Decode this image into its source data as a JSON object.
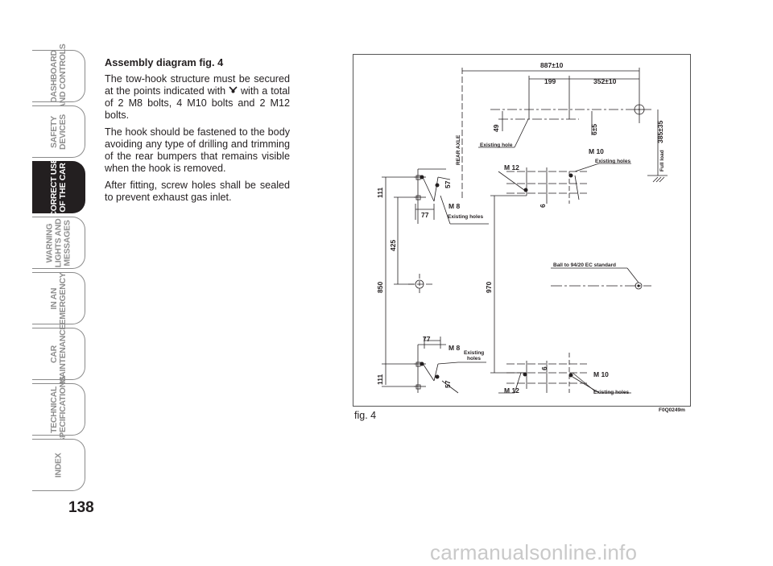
{
  "sidebar": {
    "tabs": [
      {
        "label": "DASHBOARD\nAND CONTROLS",
        "active": false
      },
      {
        "label": "SAFETY\nDEVICES",
        "active": false
      },
      {
        "label": "CORRECT USE\nOF THE CAR",
        "active": true
      },
      {
        "label": "WARNING\nLIGHTS AND\nMESSAGES",
        "active": false
      },
      {
        "label": "IN AN\nEMERGENCY",
        "active": false
      },
      {
        "label": "CAR\nMAINTENANCE",
        "active": false
      },
      {
        "label": "TECHNICAL\nSPECIFICATIONS",
        "active": false
      },
      {
        "label": "INDEX",
        "active": false
      }
    ]
  },
  "page_number": "138",
  "content": {
    "heading": "Assembly diagram fig. 4",
    "para1_before": "The tow-hook structure must be secured at the points indicated with ",
    "para1_after": " with a total of 2 M8 bolts, 4 M10 bolts and 2 M12 bolts.",
    "para2": "The hook should be fastened to the body avoiding any type of drilling and trimming of the rear bumpers that remains visible when the hook is removed.",
    "para3": "After fitting, screw holes shall be sealed to prevent exhaust gas inlet."
  },
  "figure": {
    "caption": "fig. 4",
    "code": "F0Q0249m",
    "labels": {
      "dim_887": "887±10",
      "dim_199": "199",
      "dim_352": "352±10",
      "dim_49": "49",
      "dim_6_5": "6±5",
      "dim_385": "385±35",
      "full_load": "Full load",
      "existing_hole": "Existing hole",
      "rear_axle": "REAR AXLE",
      "m10_top": "M 10",
      "existing_holes_tr": "Existing holes",
      "m12_top": "M 12",
      "dim_111_top": "111",
      "dim_57_top": "57",
      "m8_top": "M 8",
      "dim_77_top": "77",
      "existing_holes_l": "Existing holes",
      "dim_6_top": "6",
      "dim_425": "425",
      "ball_std": "Ball to 94/20 EC standard",
      "dim_850": "850",
      "dim_970": "970",
      "dim_77_bot": "77",
      "m8_bot": "M 8",
      "existing_holes_bot1": "Existing",
      "existing_holes_bot2": "holes",
      "dim_6_bot": "6",
      "dim_111_bot": "111",
      "dim_57_bot": "57",
      "m10_bot": "M 10",
      "m12_bot": "M 12",
      "existing_holes_br": "Existing holes"
    }
  },
  "watermark": "carmanualsonline.info"
}
